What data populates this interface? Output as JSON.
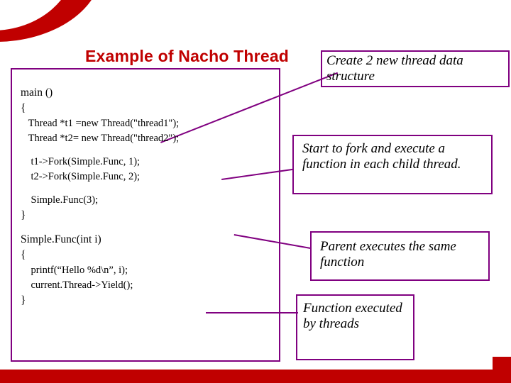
{
  "slide": {
    "title": "Example of Nacho Thread",
    "theme": {
      "accent_color": "#C00000",
      "box_border_color": "#800080",
      "text_color": "#000000",
      "background": "#FFFFFF"
    },
    "code_block": {
      "lines": [
        "main ()",
        "{",
        "   Thread *t1 =new Thread(\"thread1\");",
        "   Thread *t2= new Thread(\"thread2\");",
        "",
        "    t1->Fork(Simple.Func, 1);",
        "    t2->Fork(Simple.Func, 2);",
        "",
        "    Simple.Func(3);",
        "}",
        "",
        "Simple.Func(int i)",
        "{",
        "    printf(“Hello %d\\n”, i);",
        "    current.Thread->Yield();",
        "}"
      ]
    },
    "callouts": [
      {
        "id": "create",
        "text": "Create 2 new thread data structure"
      },
      {
        "id": "fork",
        "text": "Start to  fork and execute a function in each child thread."
      },
      {
        "id": "parent",
        "text": "Parent executes the same function"
      },
      {
        "id": "function",
        "text": "Function executed by threads"
      }
    ]
  }
}
